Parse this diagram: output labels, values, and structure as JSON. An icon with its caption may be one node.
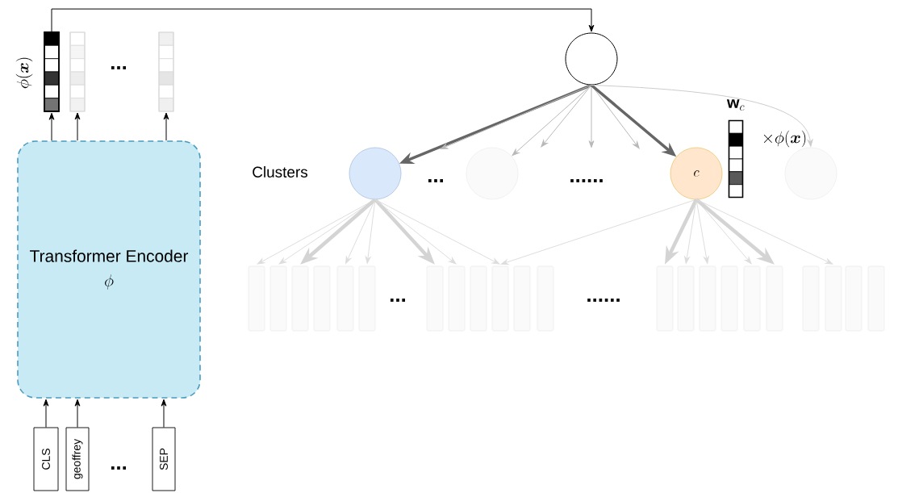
{
  "diagram": {
    "nodes": [
      {
        "text": [],
        "shape": "bar",
        "beside": [
          "\\phi(\\boldsymbol{x})"
        ]
      },
      {
        "text": [],
        "shape": "bar"
      },
      {
        "text": [],
        "shape": "bar"
      },
      {
        "text": [
          "Transformer Encoder",
          "\\phi"
        ]
      },
      {
        "text": [
          "CLS"
        ]
      },
      {
        "text": [
          "geoffrey"
        ]
      },
      {
        "text": [
          "SEP"
        ]
      },
      {
        "text": [],
        "shape": "circle"
      },
      {
        "text": [],
        "shape": "circle"
      },
      {
        "text": [],
        "shape": "circle"
      },
      {
        "text": [
          "c"
        ]
      },
      {
        "text": [],
        "shape": "circle"
      },
      {
        "text": [],
        "shape": "bar",
        "beside": [
          "\\mathbf{w}_c"
        ]
      },
      {
        "text": [],
        "shape": "box"
      },
      {
        "text": [],
        "shape": "box"
      },
      {
        "text": [],
        "shape": "box"
      },
      {
        "text": [],
        "shape": "box"
      },
      {
        "text": [],
        "shape": "box"
      },
      {
        "text": [],
        "shape": "box"
      },
      {
        "text": [],
        "shape": "box"
      },
      {
        "text": [],
        "shape": "box"
      },
      {
        "text": [],
        "shape": "box"
      },
      {
        "text": [],
        "shape": "box"
      },
      {
        "text": [],
        "shape": "box"
      },
      {
        "text": [],
        "shape": "box"
      },
      {
        "text": [],
        "shape": "box"
      },
      {
        "text": [],
        "shape": "box"
      },
      {
        "text": [],
        "shape": "box"
      },
      {
        "text": [],
        "shape": "box"
      },
      {
        "text": [],
        "shape": "box"
      },
      {
        "text": [],
        "shape": "box"
      },
      {
        "text": [],
        "shape": "box"
      },
      {
        "text": [],
        "shape": "box"
      },
      {
        "text": [],
        "shape": "box"
      },
      {
        "text": [],
        "shape": "box"
      }
    ],
    "edges": [
      {
        "from": 4,
        "to": 3,
        "arrow": "to",
        "color": "#000000"
      },
      {
        "from": 5,
        "to": 3,
        "arrow": "to",
        "color": "#000000"
      },
      {
        "from": 6,
        "to": 3,
        "arrow": "to",
        "color": "#000000"
      },
      {
        "from": 3,
        "to": 0,
        "arrow": "to",
        "color": "#000000"
      },
      {
        "from": 3,
        "to": 1,
        "arrow": "to",
        "color": "#000000"
      },
      {
        "from": 3,
        "to": 2,
        "arrow": "to",
        "color": "#000000"
      },
      {
        "from": 0,
        "to": 7,
        "arrow": "to",
        "color": "#000000"
      },
      {
        "from": 7,
        "to": 8,
        "arrow": "to",
        "style": "thick",
        "color": "#666666"
      },
      {
        "from": 7,
        "to": null,
        "arrow": "to",
        "color": "#b8b8b8"
      },
      {
        "from": 7,
        "to": 9,
        "arrow": "to",
        "color": "#b8b8b8"
      },
      {
        "from": 7,
        "to": null,
        "arrow": "to",
        "color": "#b8b8b8"
      },
      {
        "from": 7,
        "to": null,
        "arrow": "to",
        "color": "#b8b8b8"
      },
      {
        "from": 7,
        "to": null,
        "arrow": "to",
        "color": "#b8b8b8"
      },
      {
        "from": 7,
        "to": 10,
        "arrow": "to",
        "style": "thick",
        "color": "#666666"
      },
      {
        "from": 7,
        "to": 11,
        "arrow": "to",
        "color": "#cccccc"
      },
      {
        "from": 8,
        "to": 13,
        "arrow": "to"
      },
      {
        "from": 8,
        "to": 14,
        "arrow": "to"
      },
      {
        "from": 8,
        "to": 15,
        "arrow": "to",
        "style": "thick",
        "color": "#d4d4d4"
      },
      {
        "from": 8,
        "to": 17,
        "arrow": "to"
      },
      {
        "from": 8,
        "to": 18,
        "arrow": "to"
      },
      {
        "from": 8,
        "to": 19,
        "arrow": "to",
        "style": "thick",
        "color": "#d4d4d4"
      },
      {
        "from": 8,
        "to": 20,
        "arrow": "to"
      },
      {
        "from": 8,
        "to": 22,
        "arrow": "to"
      },
      {
        "from": 10,
        "to": 22,
        "arrow": "to"
      },
      {
        "from": 10,
        "to": 25,
        "arrow": "to",
        "style": "thick",
        "color": "#d4d4d4"
      },
      {
        "from": 10,
        "to": 26,
        "arrow": "to"
      },
      {
        "from": 10,
        "to": 27,
        "arrow": "to"
      },
      {
        "from": 10,
        "to": 29,
        "arrow": "to"
      },
      {
        "from": 10,
        "to": 30,
        "arrow": "to",
        "style": "thick",
        "color": "#d4d4d4"
      },
      {
        "from": 10,
        "to": 32,
        "arrow": "to"
      }
    ],
    "labels": [
      "...",
      "\\times\\phi(\\boldsymbol{x})",
      "Clusters",
      "...",
      "......",
      "...",
      "......",
      "..."
    ]
  }
}
